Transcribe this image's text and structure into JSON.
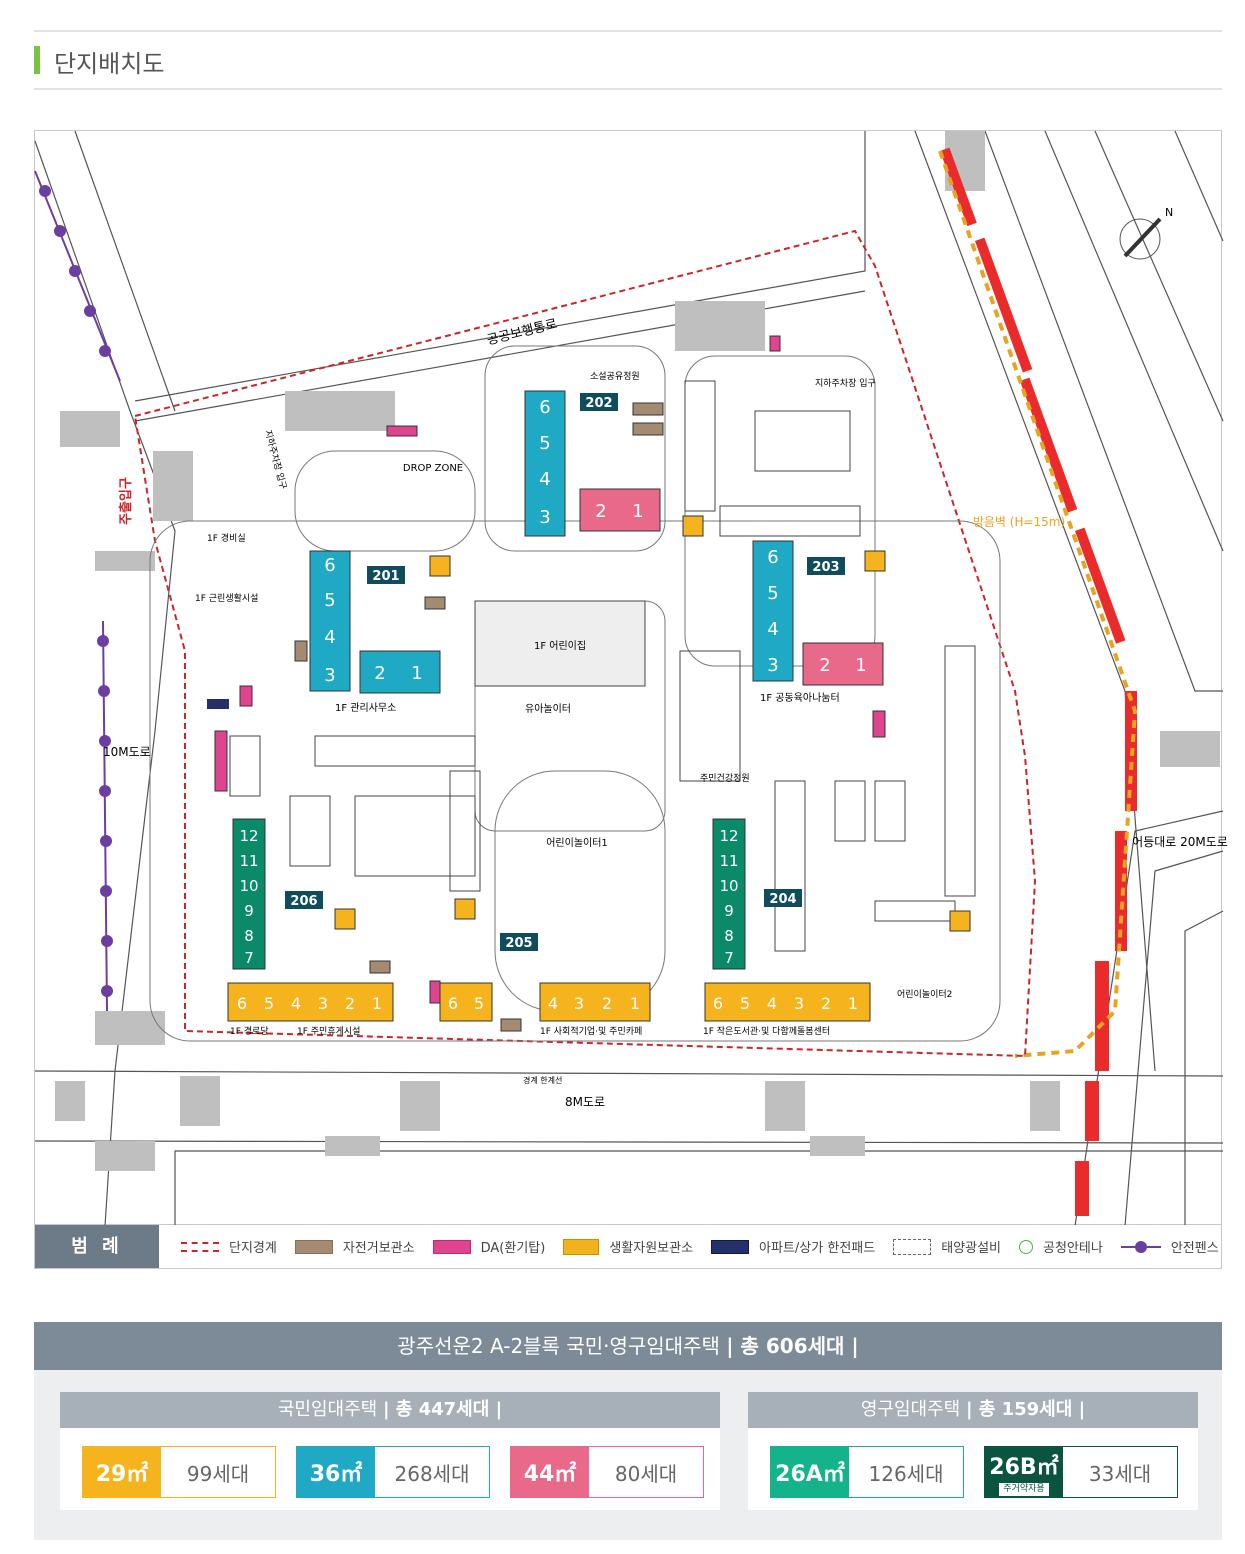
{
  "header": {
    "title": "단지배치도"
  },
  "map": {
    "labels": {
      "public_walkway": "공공보행통로",
      "main_entrance": "주출입구",
      "underground_parking_entrance_left": "지하주차장 입구",
      "underground_parking_entrance_right": "지하주차장 입구",
      "drop_zone": "DROP ZONE",
      "small_garden": "소설공유정원",
      "guard_room": "1F 경비실",
      "neighborhood_facility": "1F 근린생활시설",
      "management_office": "1F 관리사무소",
      "daycare": "1F 어린이집",
      "toddler_playground": "유아놀이터",
      "community_childcare": "1F 공동육아나눔터",
      "resident_health_garden": "주민건강정원",
      "kids_playground_1": "어린이놀이터1",
      "kids_playground_2": "어린이놀이터2",
      "senior_center": "1F 경로당",
      "resident_lounge": "1F 주민휴게시설",
      "social_enterprise": "1F 사회적기업·및 주민카페",
      "library": "1F 작은도서관·및 다함께돌봄센터",
      "guard_room_bottom": "1F 경비실",
      "boundary_line": "경계 한계선",
      "road_10m": "10M도로",
      "road_8m": "8M도로",
      "road_20m": "어등대로 20M도로",
      "sound_barrier": "방음벽 (H=15m)",
      "north": "N"
    },
    "buildings": [
      {
        "id": "201",
        "units_36": [
          "6",
          "5",
          "4",
          "3"
        ],
        "units_44": [
          "2",
          "1"
        ]
      },
      {
        "id": "202",
        "units_36": [
          "6",
          "5",
          "4",
          "3"
        ],
        "units_44": [
          "2",
          "1"
        ]
      },
      {
        "id": "203",
        "units_36": [
          "6",
          "5",
          "4",
          "3"
        ],
        "units_44": [
          "2",
          "1"
        ]
      },
      {
        "id": "204",
        "units_26": [
          "12",
          "11",
          "10",
          "9",
          "8",
          "7"
        ],
        "units_29": [
          "6",
          "5",
          "4",
          "3",
          "2",
          "1"
        ]
      },
      {
        "id": "205",
        "units_29a": [
          "6",
          "5"
        ],
        "units_29b": [
          "4",
          "3",
          "2",
          "1"
        ]
      },
      {
        "id": "206",
        "units_26": [
          "12",
          "11",
          "10",
          "9",
          "8",
          "7"
        ],
        "units_29": [
          "6",
          "5",
          "4",
          "3",
          "2",
          "1"
        ]
      }
    ],
    "colors": {
      "teal": "#1fa9c4",
      "pink": "#e8698a",
      "green": "#0b8a6a",
      "yellow": "#f5b41d",
      "boundary": "#c9252d",
      "fence": "#6b3fa0",
      "sound_barrier": "#e8a321",
      "red_lane": "#e92b2b"
    }
  },
  "legend": {
    "title": "범 례",
    "items": [
      {
        "key": "boundary",
        "label": "단지경계"
      },
      {
        "key": "bike",
        "label": "자전거보관소"
      },
      {
        "key": "da",
        "label": "DA(환기탑)"
      },
      {
        "key": "recycle",
        "label": "생활자원보관소"
      },
      {
        "key": "pad",
        "label": "아파트/상가 한전패드"
      },
      {
        "key": "solar",
        "label": "태양광설비"
      },
      {
        "key": "antenna",
        "label": "공청안테나"
      },
      {
        "key": "fence",
        "label": "안전펜스"
      }
    ]
  },
  "summary": {
    "title": "광주선운2 A-2블록 국민·영구임대주택",
    "total": "| 총 606세대 |",
    "national": {
      "title": "국민임대주택",
      "total": "| 총 447세대 |",
      "units": [
        {
          "size": "29㎡",
          "count": "99세대",
          "color": "#f5b41d"
        },
        {
          "size": "36㎡",
          "count": "268세대",
          "color": "#1fa9c4"
        },
        {
          "size": "44㎡",
          "count": "80세대",
          "color": "#e8698a"
        }
      ]
    },
    "permanent": {
      "title": "영구임대주택",
      "total": "| 총 159세대 |",
      "units": [
        {
          "size": "26A㎡",
          "count": "126세대",
          "color": "#14b38b"
        },
        {
          "size": "26B㎡",
          "sub": "주거약자용",
          "count": "33세대",
          "color": "#0b5540"
        }
      ]
    }
  }
}
